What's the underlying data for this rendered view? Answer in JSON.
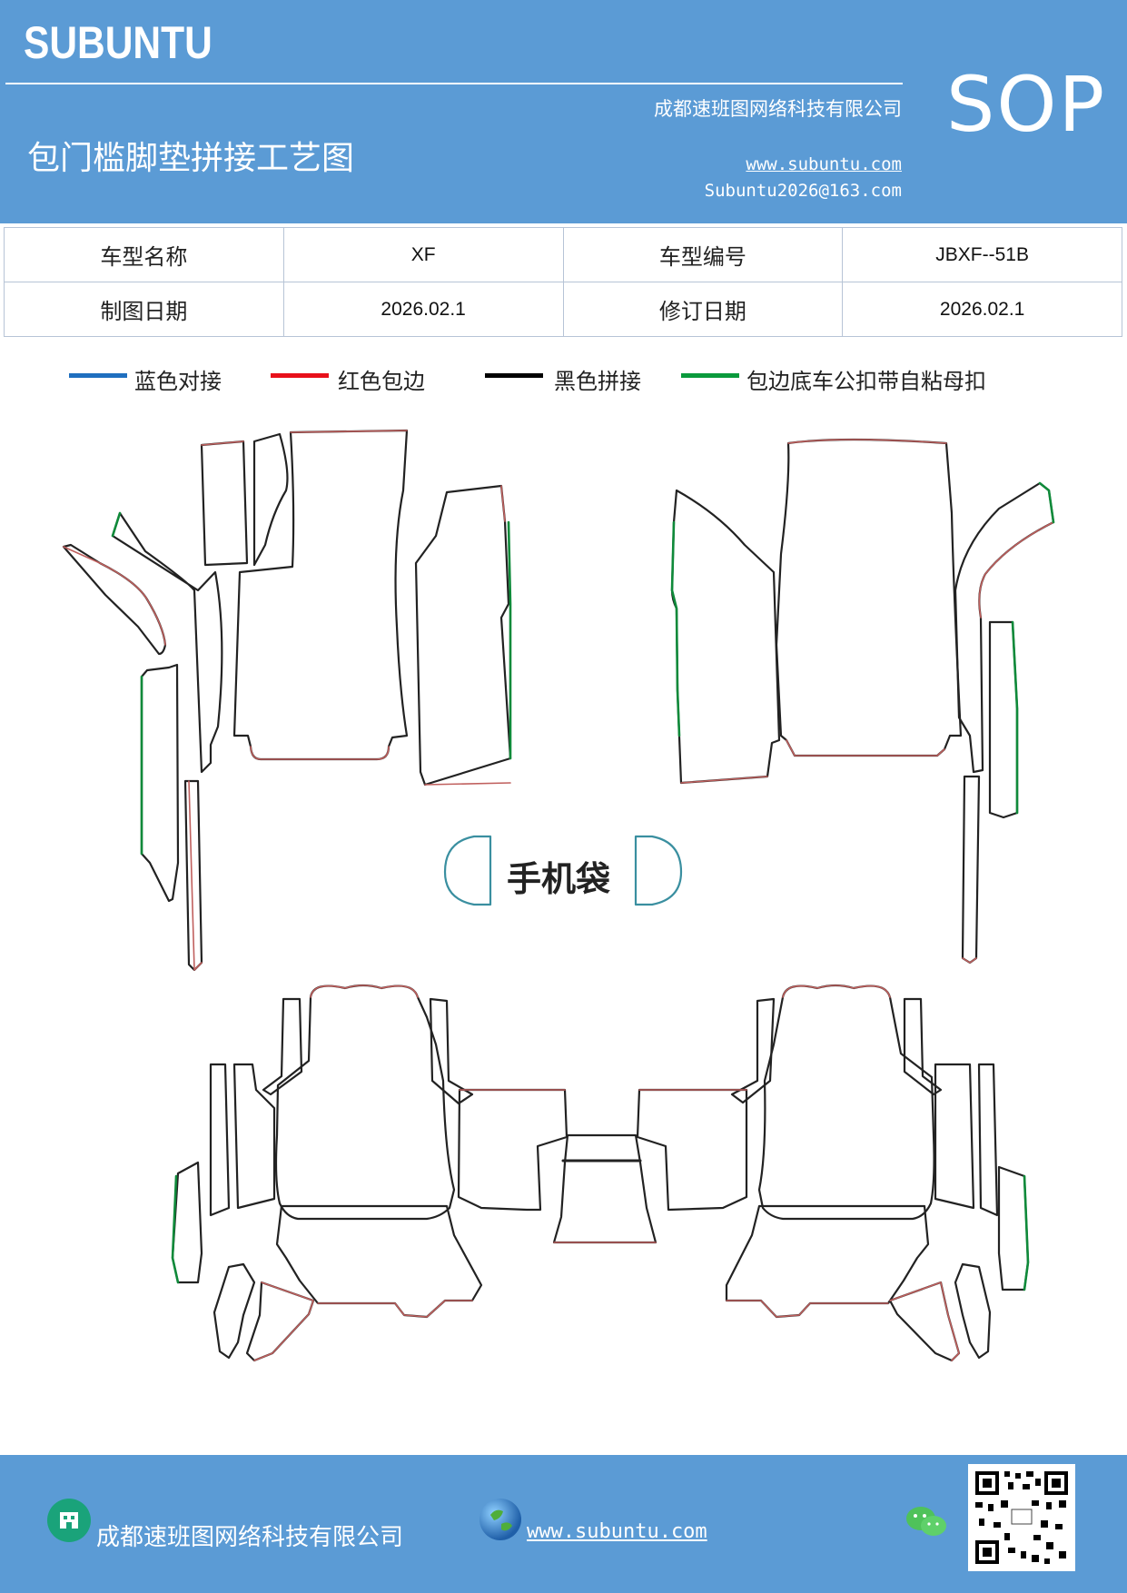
{
  "header": {
    "brand": "SUBUNTU",
    "badge": "SOP",
    "title": "包门槛脚垫拼接工艺图",
    "company": "成都速班图网络科技有限公司",
    "website": "www.subuntu.com",
    "email": "Subuntu2026@163.com"
  },
  "info": {
    "rows": [
      {
        "label1": "车型名称",
        "value1": "XF",
        "label2": "车型编号",
        "value2": "JBXF--51B"
      },
      {
        "label1": "制图日期",
        "value1": "2026.02.1",
        "label2": "修订日期",
        "value2": "2026.02.1"
      }
    ]
  },
  "legend": [
    {
      "label": "蓝色对接",
      "color": "#1f6fbf"
    },
    {
      "label": "红色包边",
      "color": "#e8101a"
    },
    {
      "label": "黑色拼接",
      "color": "#000000"
    },
    {
      "label": "包边底车公扣带自粘母扣",
      "color": "#0a9a3c"
    }
  ],
  "drawing": {
    "phone_pocket_label": "手机袋"
  },
  "footer": {
    "company": "成都速班图网络科技有限公司",
    "website": "www.subuntu.com ",
    "icons": [
      "building-icon",
      "globe-icon",
      "wechat-icon",
      "qr-code-icon"
    ]
  }
}
